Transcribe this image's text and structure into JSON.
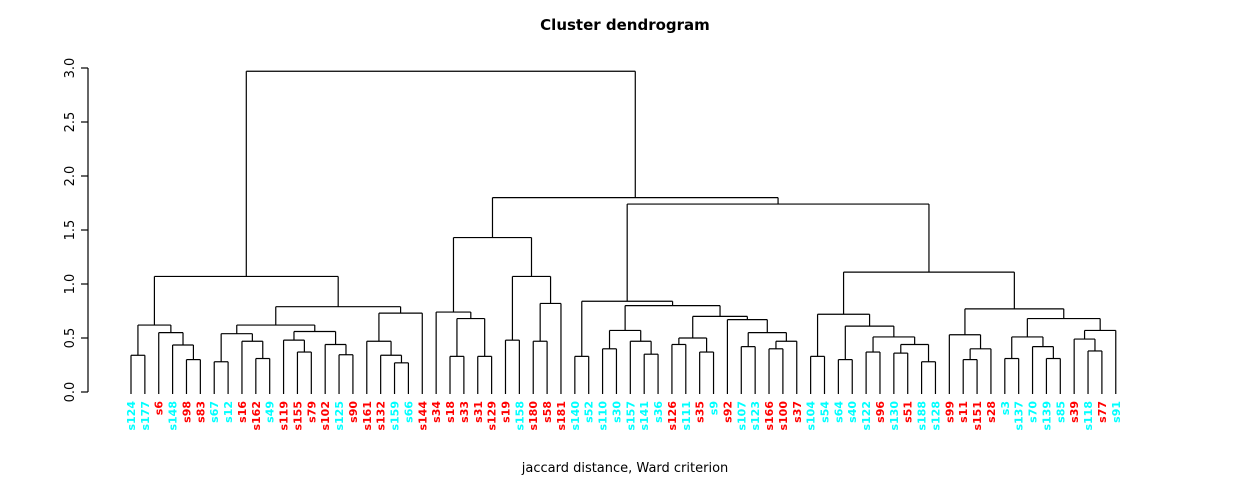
{
  "title": "Cluster dendrogram",
  "caption": "jaccard distance, Ward criterion",
  "colors": {
    "red_cluster": "#FF0000",
    "cyan_cluster": "#00FFFF",
    "line": "#000000"
  },
  "y_axis": {
    "label_values": [
      "0.0",
      "0.5",
      "1.0",
      "1.5",
      "2.0",
      "2.5",
      "3.0"
    ],
    "min": 0.0,
    "max": 3.0
  },
  "chart_data": {
    "type": "dendrogram",
    "title": "Cluster dendrogram",
    "xlabel": "jaccard distance, Ward criterion",
    "ylim": [
      0.0,
      3.0
    ],
    "y_ticks": [
      0.0,
      0.5,
      1.0,
      1.5,
      2.0,
      2.5,
      3.0
    ],
    "root_height": 2.97,
    "leaves": [
      {
        "label": "s124",
        "color": "#00FFFF"
      },
      {
        "label": "s177",
        "color": "#00FFFF"
      },
      {
        "label": "s6",
        "color": "#FF0000"
      },
      {
        "label": "s148",
        "color": "#00FFFF"
      },
      {
        "label": "s98",
        "color": "#FF0000"
      },
      {
        "label": "s83",
        "color": "#FF0000"
      },
      {
        "label": "s67",
        "color": "#00FFFF"
      },
      {
        "label": "s12",
        "color": "#00FFFF"
      },
      {
        "label": "s16",
        "color": "#FF0000"
      },
      {
        "label": "s162",
        "color": "#FF0000"
      },
      {
        "label": "s49",
        "color": "#00FFFF"
      },
      {
        "label": "s119",
        "color": "#FF0000"
      },
      {
        "label": "s155",
        "color": "#FF0000"
      },
      {
        "label": "s79",
        "color": "#FF0000"
      },
      {
        "label": "s102",
        "color": "#FF0000"
      },
      {
        "label": "s125",
        "color": "#00FFFF"
      },
      {
        "label": "s90",
        "color": "#FF0000"
      },
      {
        "label": "s161",
        "color": "#FF0000"
      },
      {
        "label": "s132",
        "color": "#FF0000"
      },
      {
        "label": "s159",
        "color": "#00FFFF"
      },
      {
        "label": "s66",
        "color": "#00FFFF"
      },
      {
        "label": "s144",
        "color": "#FF0000"
      },
      {
        "label": "s34",
        "color": "#FF0000"
      },
      {
        "label": "s18",
        "color": "#FF0000"
      },
      {
        "label": "s33",
        "color": "#FF0000"
      },
      {
        "label": "s31",
        "color": "#FF0000"
      },
      {
        "label": "s129",
        "color": "#FF0000"
      },
      {
        "label": "s19",
        "color": "#FF0000"
      },
      {
        "label": "s158",
        "color": "#00FFFF"
      },
      {
        "label": "s180",
        "color": "#FF0000"
      },
      {
        "label": "s58",
        "color": "#FF0000"
      },
      {
        "label": "s181",
        "color": "#FF0000"
      },
      {
        "label": "s140",
        "color": "#00FFFF"
      },
      {
        "label": "s52",
        "color": "#00FFFF"
      },
      {
        "label": "s110",
        "color": "#00FFFF"
      },
      {
        "label": "s30",
        "color": "#00FFFF"
      },
      {
        "label": "s157",
        "color": "#00FFFF"
      },
      {
        "label": "s141",
        "color": "#00FFFF"
      },
      {
        "label": "s36",
        "color": "#00FFFF"
      },
      {
        "label": "s126",
        "color": "#FF0000"
      },
      {
        "label": "s111",
        "color": "#00FFFF"
      },
      {
        "label": "s35",
        "color": "#FF0000"
      },
      {
        "label": "s9",
        "color": "#00FFFF"
      },
      {
        "label": "s92",
        "color": "#FF0000"
      },
      {
        "label": "s107",
        "color": "#00FFFF"
      },
      {
        "label": "s123",
        "color": "#00FFFF"
      },
      {
        "label": "s166",
        "color": "#FF0000"
      },
      {
        "label": "s100",
        "color": "#FF0000"
      },
      {
        "label": "s37",
        "color": "#FF0000"
      },
      {
        "label": "s104",
        "color": "#00FFFF"
      },
      {
        "label": "s54",
        "color": "#00FFFF"
      },
      {
        "label": "s64",
        "color": "#00FFFF"
      },
      {
        "label": "s40",
        "color": "#00FFFF"
      },
      {
        "label": "s122",
        "color": "#00FFFF"
      },
      {
        "label": "s96",
        "color": "#FF0000"
      },
      {
        "label": "s130",
        "color": "#00FFFF"
      },
      {
        "label": "s51",
        "color": "#FF0000"
      },
      {
        "label": "s188",
        "color": "#00FFFF"
      },
      {
        "label": "s128",
        "color": "#00FFFF"
      },
      {
        "label": "s99",
        "color": "#FF0000"
      },
      {
        "label": "s11",
        "color": "#FF0000"
      },
      {
        "label": "s151",
        "color": "#FF0000"
      },
      {
        "label": "s28",
        "color": "#FF0000"
      },
      {
        "label": "s3",
        "color": "#00FFFF"
      },
      {
        "label": "s137",
        "color": "#00FFFF"
      },
      {
        "label": "s70",
        "color": "#00FFFF"
      },
      {
        "label": "s139",
        "color": "#00FFFF"
      },
      {
        "label": "s85",
        "color": "#00FFFF"
      },
      {
        "label": "s39",
        "color": "#FF0000"
      },
      {
        "label": "s118",
        "color": "#00FFFF"
      },
      {
        "label": "s77",
        "color": "#FF0000"
      },
      {
        "label": "s91",
        "color": "#00FFFF"
      }
    ],
    "tree": [
      2.97,
      [
        1.07,
        [
          0.62,
          [
            0.34,
            0,
            1
          ],
          [
            0.55,
            2,
            [
              0.435,
              3,
              [
                0.3,
                4,
                5
              ]
            ]
          ]
        ],
        [
          0.79,
          [
            0.62,
            [
              0.54,
              [
                0.28,
                6,
                7
              ],
              [
                0.47,
                8,
                [
                  0.31,
                  9,
                  10
                ]
              ]
            ],
            [
              0.56,
              [
                0.48,
                11,
                [
                  0.37,
                  12,
                  13
                ]
              ],
              [
                0.44,
                14,
                [
                  0.345,
                  15,
                  16
                ]
              ]
            ]
          ],
          [
            0.73,
            [
              0.47,
              17,
              [
                0.34,
                18,
                [
                  0.27,
                  19,
                  20
                ]
              ]
            ],
            21
          ]
        ]
      ],
      [
        1.8,
        [
          1.43,
          [
            0.74,
            22,
            [
              0.68,
              [
                0.33,
                23,
                24
              ],
              [
                0.33,
                25,
                26
              ]
            ]
          ],
          [
            1.07,
            [
              0.48,
              27,
              28
            ],
            [
              0.82,
              [
                0.47,
                29,
                30
              ],
              31
            ]
          ]
        ],
        [
          1.74,
          [
            0.84,
            [
              0.33,
              32,
              33
            ],
            [
              0.8,
              [
                0.57,
                [
                  0.4,
                  34,
                  35
                ],
                [
                  0.47,
                  36,
                  [
                    0.35,
                    37,
                    38
                  ]
                ]
              ],
              [
                0.7,
                [
                  0.5,
                  [
                    0.44,
                    39,
                    40
                  ],
                  [
                    0.37,
                    41,
                    42
                  ]
                ],
                [
                  0.67,
                  43,
                  [
                    0.55,
                    [
                      0.42,
                      44,
                      45
                    ],
                    [
                      0.47,
                      [
                        0.4,
                        46,
                        47
                      ],
                      48
                    ]
                  ]
                ]
              ]
            ]
          ],
          [
            1.11,
            [
              0.72,
              [
                0.33,
                49,
                50
              ],
              [
                0.61,
                [
                  0.3,
                  51,
                  52
                ],
                [
                  0.51,
                  [
                    0.37,
                    53,
                    54
                  ],
                  [
                    0.44,
                    [
                      0.36,
                      55,
                      56
                    ],
                    [
                      0.28,
                      57,
                      58
                    ]
                  ]
                ]
              ]
            ],
            [
              0.77,
              [
                0.53,
                59,
                [
                  0.4,
                  [
                    0.3,
                    60,
                    61
                  ],
                  62
                ]
              ],
              [
                0.68,
                [
                  0.51,
                  [
                    0.31,
                    63,
                    64
                  ],
                  [
                    0.42,
                    65,
                    [
                      0.31,
                      66,
                      67
                    ]
                  ]
                ],
                [
                  0.57,
                  [
                    0.49,
                    68,
                    [
                      0.38,
                      69,
                      70
                    ]
                  ],
                  71
                ]
              ]
            ]
          ]
        ]
      ]
    ]
  }
}
